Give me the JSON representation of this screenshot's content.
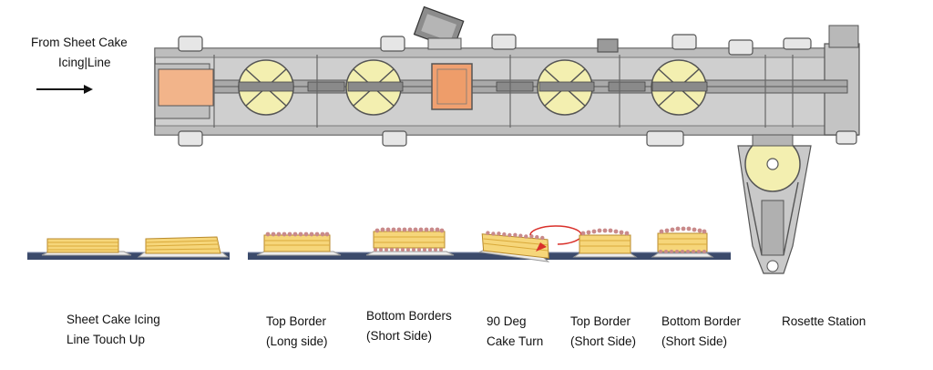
{
  "source": {
    "line1": "From Sheet Cake",
    "line2": "Icing|Line"
  },
  "stations": [
    {
      "line1": "Sheet Cake Icing",
      "line2": "Line Touch Up"
    },
    {
      "line1": "Top Border",
      "line2": "(Long side)"
    },
    {
      "line1": "Bottom Borders",
      "line2": "(Short Side)"
    },
    {
      "line1": "90 Deg",
      "line2": "Cake Turn"
    },
    {
      "line1": "Top Border",
      "line2": "(Short Side)"
    },
    {
      "line1": "Bottom Border",
      "line2": "(Short Side)"
    },
    {
      "line1": "Rosette Station",
      "line2": ""
    }
  ],
  "colors": {
    "machine_frame": "#c9c9c9",
    "machine_outline": "#555555",
    "turntable_fill": "#f3efb0",
    "conveyor": "#3b4a6b",
    "cake_body": "#f6d67a",
    "cake_stripe": "#d9a93a",
    "border_piping": "#c98a8a",
    "turn_arrow": "#d9302a",
    "highlight_box": "#f0a070"
  },
  "icons": [
    "flow-direction-arrow-icon",
    "rotation-arrow-icon"
  ]
}
